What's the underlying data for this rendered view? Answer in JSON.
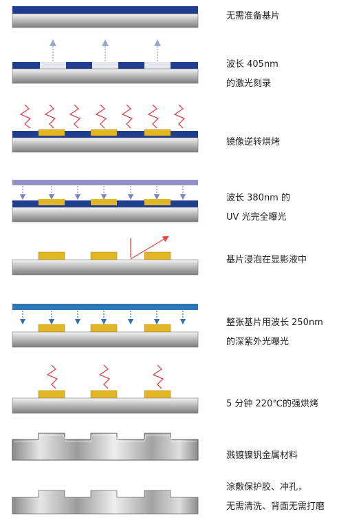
{
  "steps": [
    {
      "id": "step-1",
      "lines": [
        "无需准备基片"
      ]
    },
    {
      "id": "step-2",
      "lines": [
        "波长 405nm",
        "的激光刻录"
      ]
    },
    {
      "id": "step-3",
      "lines": [
        "镜像逆转烘烤"
      ]
    },
    {
      "id": "step-4",
      "lines": [
        "波长 380nm 的",
        "UV 光完全曝光"
      ]
    },
    {
      "id": "step-5",
      "lines": [
        "基片浸泡在显影液中"
      ]
    },
    {
      "id": "step-6",
      "lines": [
        "整张基片用波长 250nm",
        "的深紫外光曝光"
      ]
    },
    {
      "id": "step-7",
      "lines": [
        "5 分钟 220℃的强烘烤"
      ]
    },
    {
      "id": "step-8",
      "lines": [
        "溅镀镍钒金属材料"
      ]
    },
    {
      "id": "step-9",
      "lines": [
        "涂敷保护胶、冲孔，",
        "无需清洗、背面无需打磨"
      ]
    }
  ],
  "colors": {
    "resist_dark": "#1f3f8e",
    "exposed": "#e6e6ef",
    "gold": "#e3b623",
    "uv_bar": "#8f91c8",
    "duv_bar": "#2f78b8",
    "heat_wave": "#d9454f",
    "laser_arrow": "#9aa6cc",
    "uv_arrow": "#7b86c4",
    "duv_arrow": "#2d74b4",
    "reflect_arrow": "#e3473f"
  }
}
